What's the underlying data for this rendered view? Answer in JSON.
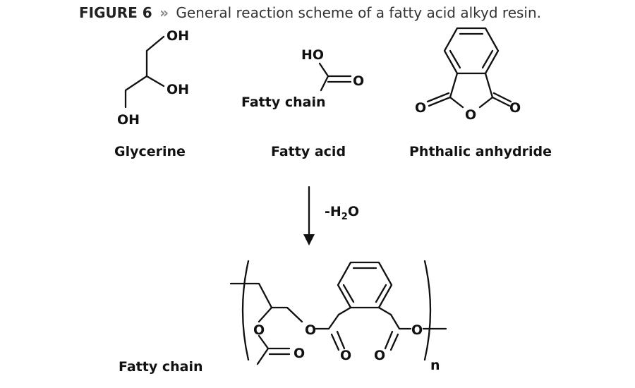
{
  "caption": {
    "figure_label": "FIGURE 6",
    "separator": "»",
    "text": "General reaction scheme of a fatty acid alkyd resin."
  },
  "reactants": {
    "glycerine": {
      "name": "Glycerine",
      "oh_top": "OH",
      "oh_middle": "OH",
      "oh_bottom": "OH"
    },
    "fatty_acid": {
      "name": "Fatty acid",
      "ho": "HO",
      "carbonyl_o": "O",
      "chain": "Fatty chain"
    },
    "phthalic_anhydride": {
      "name": "Phthalic anhydride",
      "o_left": "O",
      "o_ring": "O",
      "o_right": "O"
    }
  },
  "reaction": {
    "condition_main": "-H",
    "condition_sub": "2",
    "condition_end": "O"
  },
  "product": {
    "o_left": "O",
    "o_carbonyl_chain": "O",
    "o_ester_left": "O",
    "o_carbonyl_1": "O",
    "o_carbonyl_2": "O",
    "o_ester_right": "O",
    "chain": "Fatty chain",
    "repeat": "n"
  }
}
